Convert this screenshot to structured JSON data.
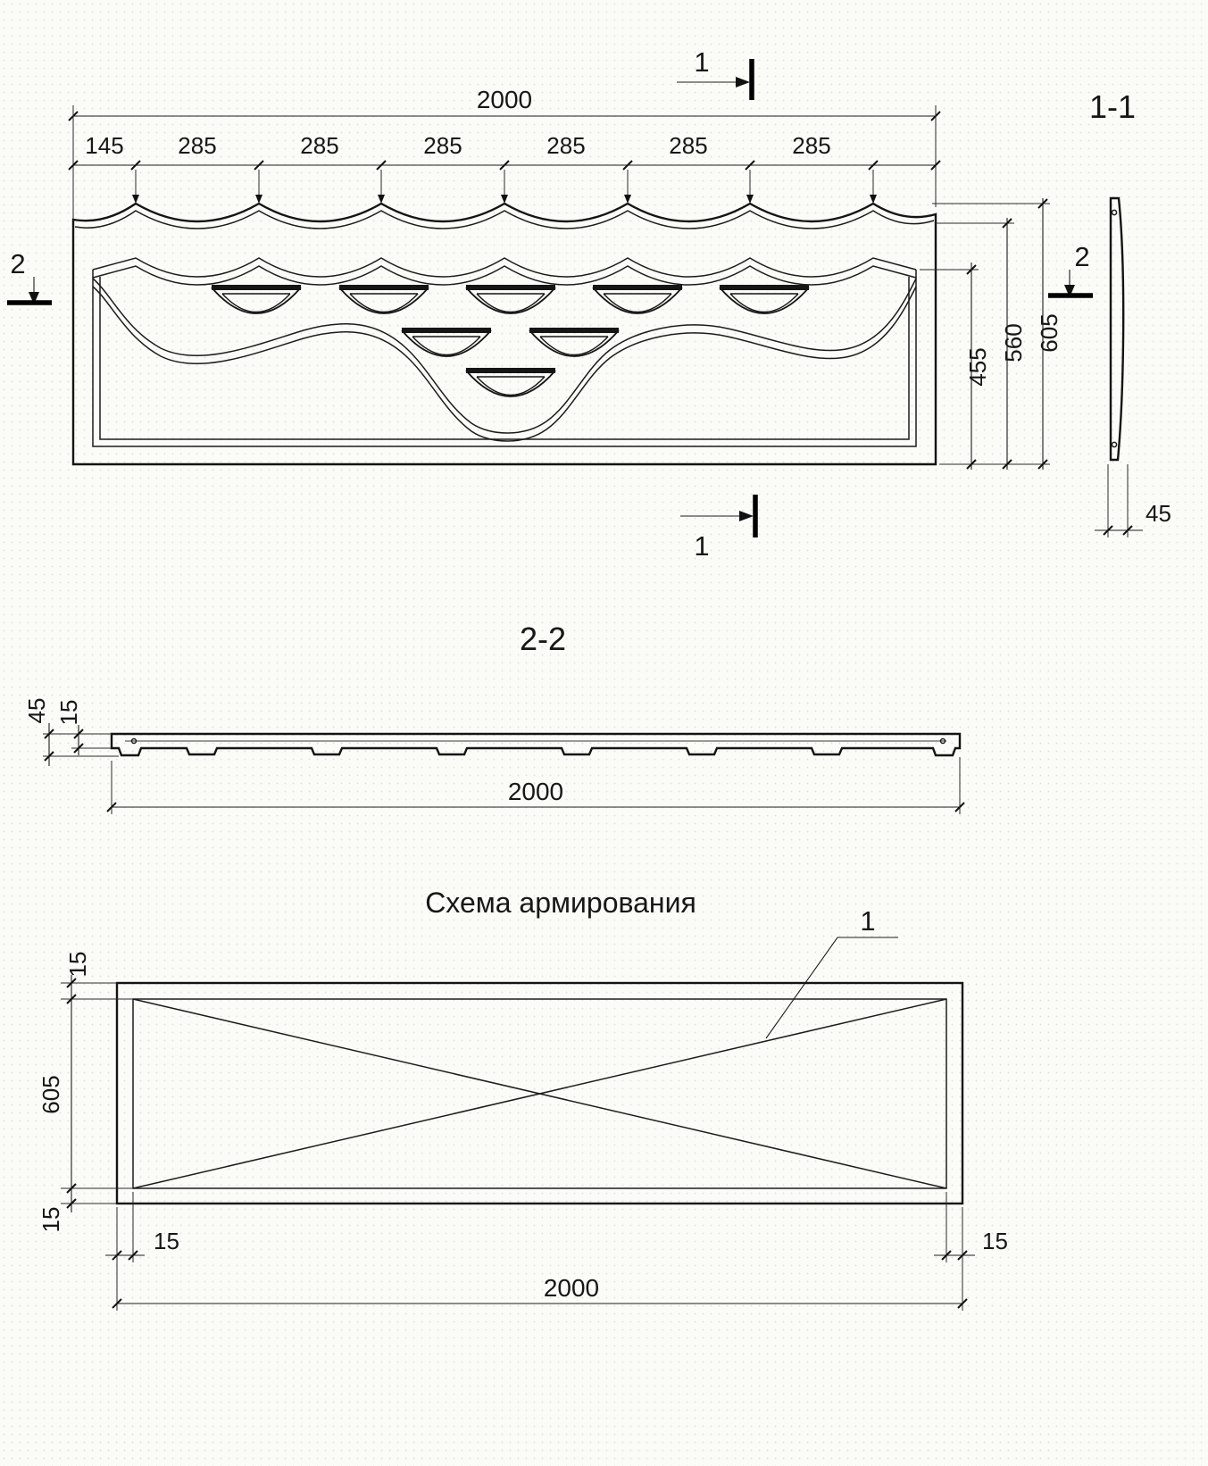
{
  "elevation": {
    "dim_total": "2000",
    "segments": [
      "145",
      "285",
      "285",
      "285",
      "285",
      "285",
      "285"
    ],
    "dim_455": "455",
    "dim_560": "560",
    "dim_605": "605",
    "marker_top": "1",
    "marker_bottom": "1",
    "marker_left": "2",
    "marker_right": "2"
  },
  "side_view": {
    "label": "1-1",
    "dim_45": "45"
  },
  "section_2_2": {
    "title": "2-2",
    "dim_45": "45",
    "dim_15": "15",
    "dim_total": "2000"
  },
  "reinforcement": {
    "title": "Схема армирования",
    "callout": "1",
    "dim_605": "605",
    "dim_15_top": "15",
    "dim_15_bottom": "15",
    "dim_15_left": "15",
    "dim_15_right": "15",
    "dim_total": "2000"
  }
}
